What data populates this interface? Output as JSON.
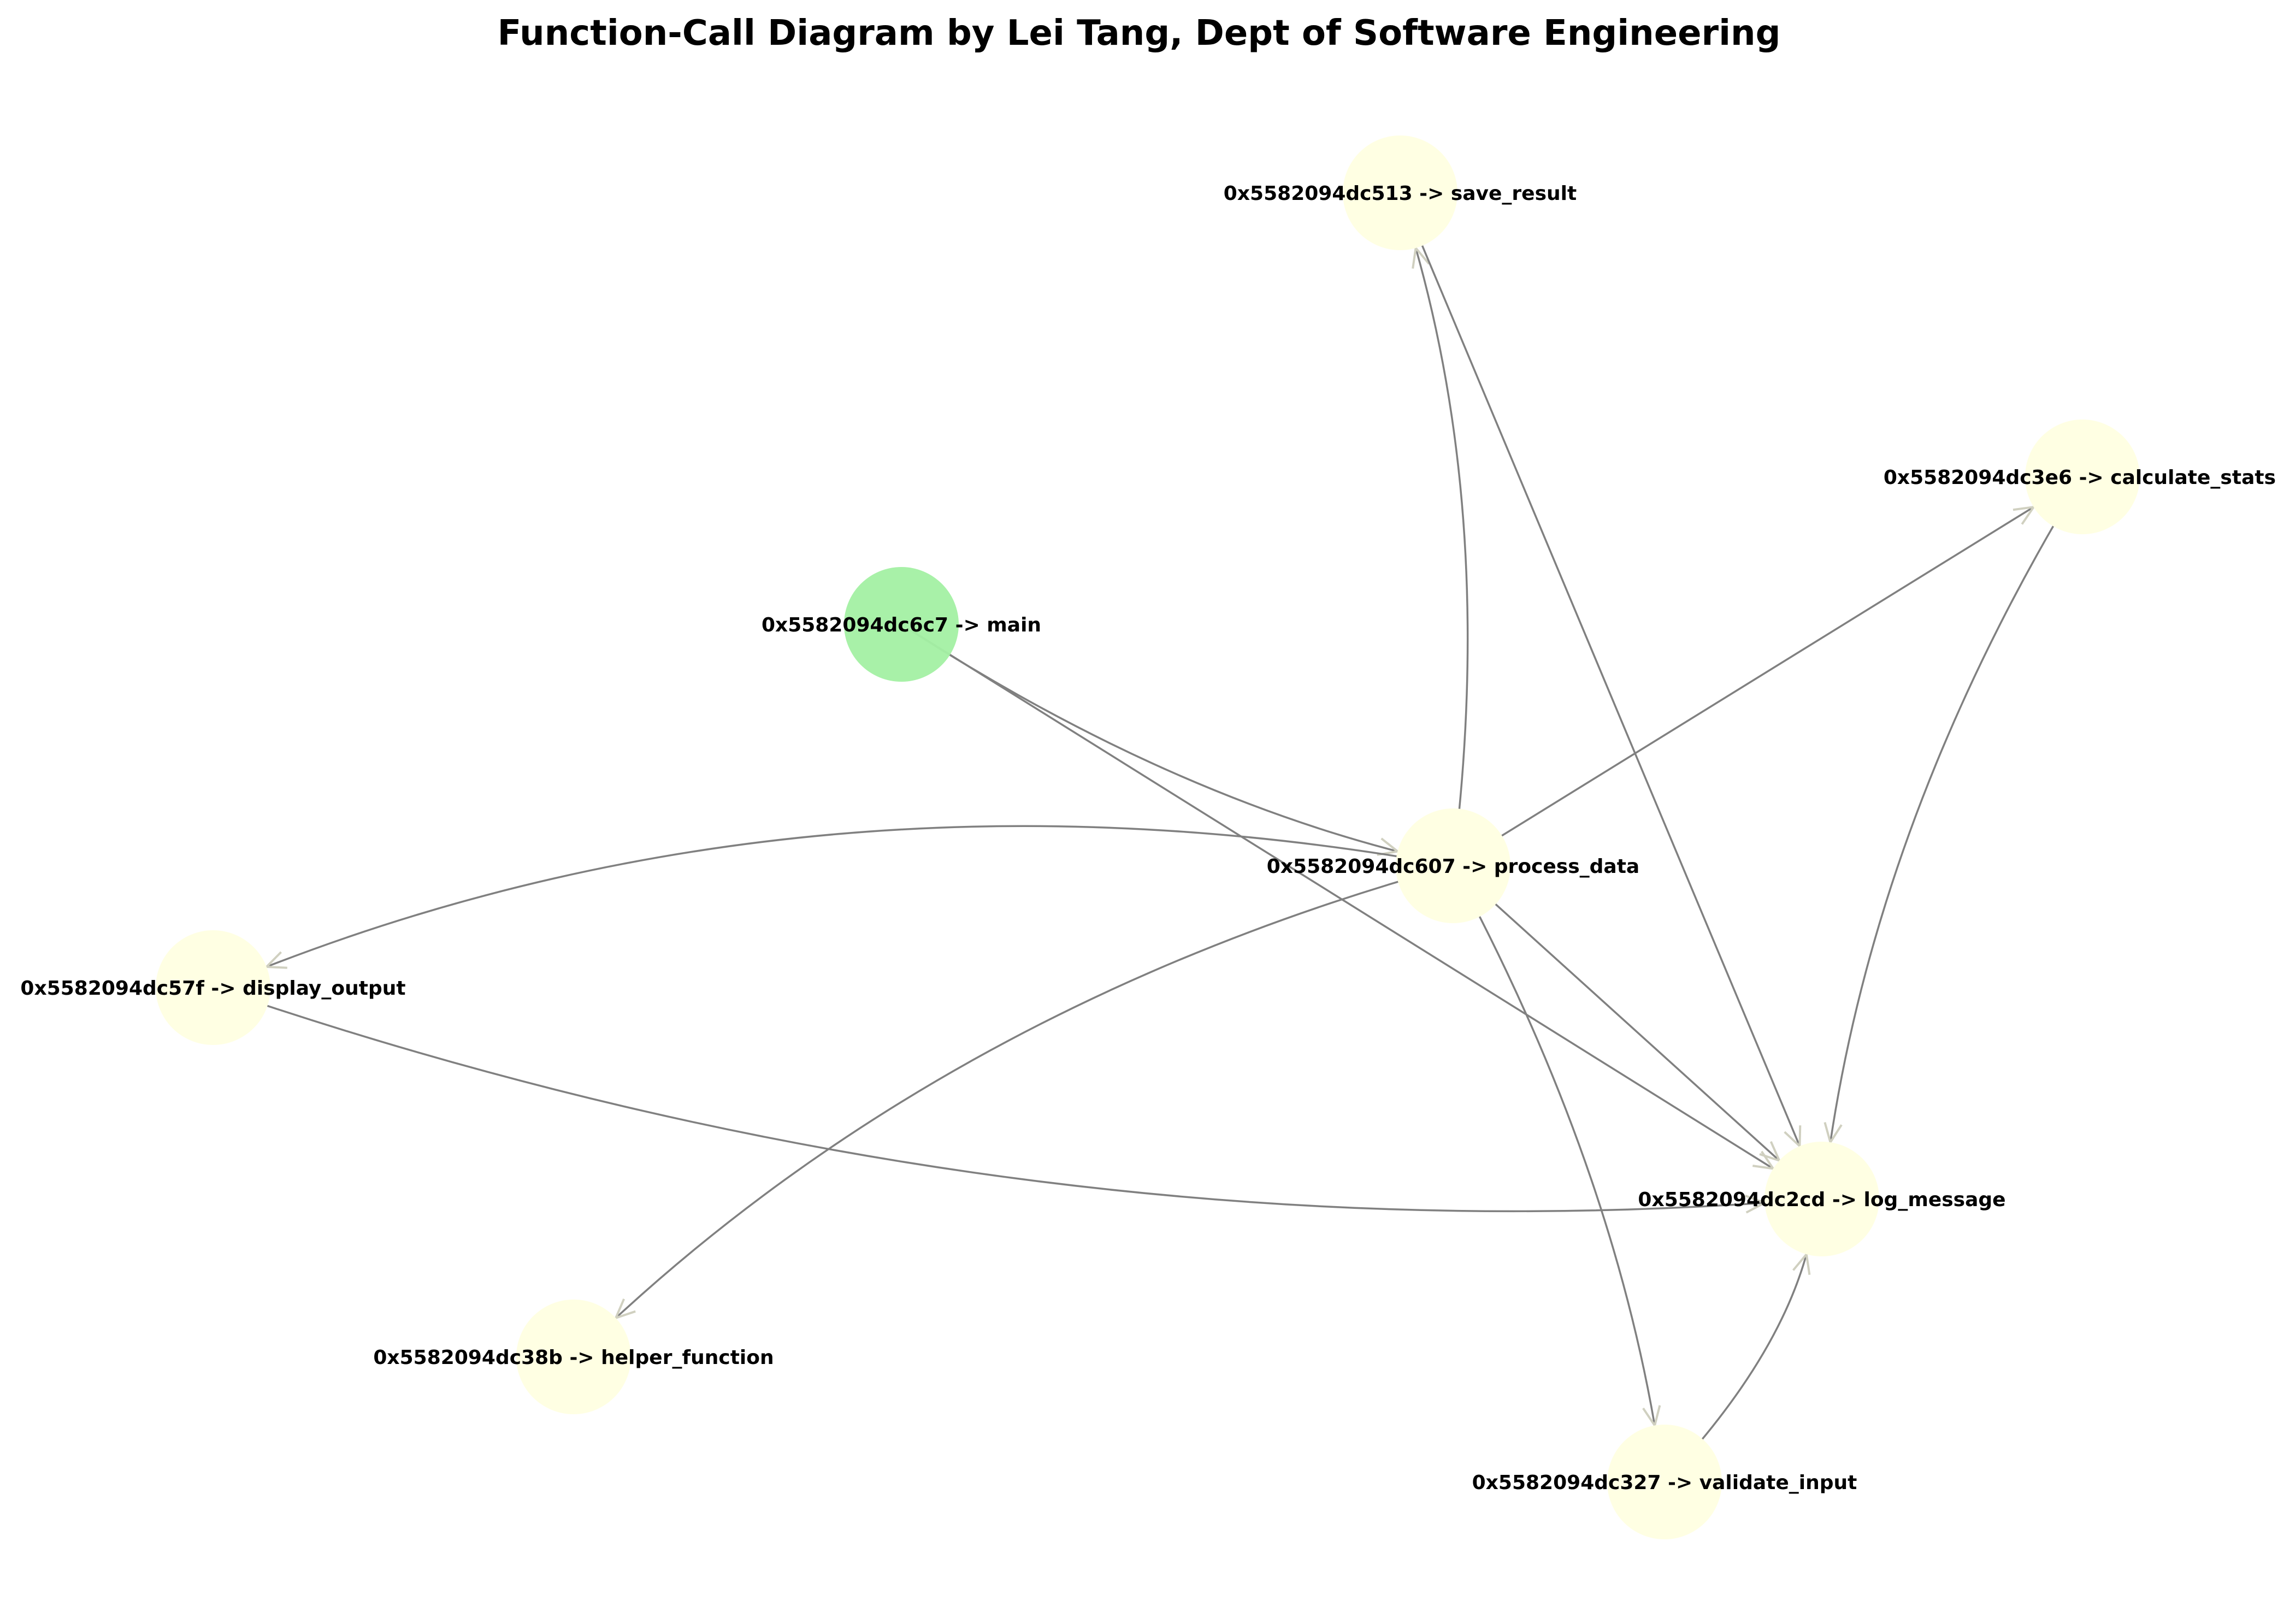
{
  "title": "Function-Call Diagram by Lei Tang, Dept of Software Engineering",
  "colors": {
    "root_node": "#a3f0a3",
    "function_node": "#ffffe3",
    "edge": "#808080",
    "arrow_head": "#d0d0c0"
  },
  "nodes": [
    {
      "id": "main",
      "label": "0x5582094dc6c7 -> main",
      "root": true
    },
    {
      "id": "process_data",
      "label": "0x5582094dc607 -> process_data"
    },
    {
      "id": "save_result",
      "label": "0x5582094dc513 -> save_result"
    },
    {
      "id": "calculate_stats",
      "label": "0x5582094dc3e6 -> calculate_stats"
    },
    {
      "id": "display_output",
      "label": "0x5582094dc57f -> display_output"
    },
    {
      "id": "log_message",
      "label": "0x5582094dc2cd -> log_message"
    },
    {
      "id": "helper_function",
      "label": "0x5582094dc38b -> helper_function"
    },
    {
      "id": "validate_input",
      "label": "0x5582094dc327 -> validate_input"
    }
  ],
  "edges": [
    {
      "from": "main",
      "to": "process_data"
    },
    {
      "from": "main",
      "to": "log_message"
    },
    {
      "from": "process_data",
      "to": "save_result"
    },
    {
      "from": "process_data",
      "to": "calculate_stats"
    },
    {
      "from": "process_data",
      "to": "display_output"
    },
    {
      "from": "process_data",
      "to": "helper_function"
    },
    {
      "from": "process_data",
      "to": "validate_input"
    },
    {
      "from": "process_data",
      "to": "log_message"
    },
    {
      "from": "save_result",
      "to": "log_message"
    },
    {
      "from": "calculate_stats",
      "to": "log_message"
    },
    {
      "from": "display_output",
      "to": "log_message"
    },
    {
      "from": "validate_input",
      "to": "log_message"
    }
  ]
}
